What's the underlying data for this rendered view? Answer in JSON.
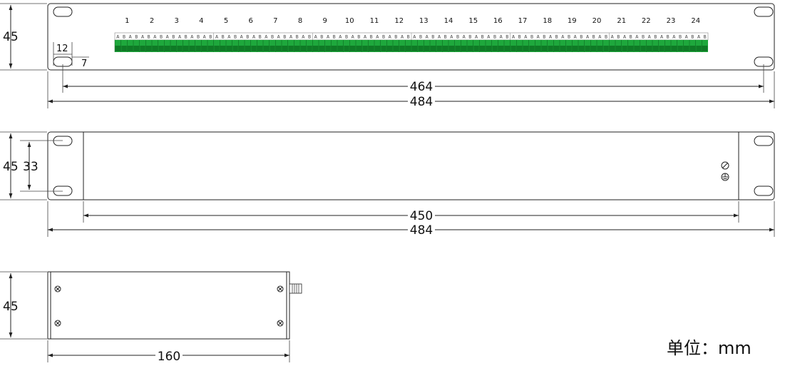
{
  "front": {
    "height": "45",
    "hole_dim_w": "12",
    "hole_dim_off": "7",
    "width_holes": "464",
    "width_total": "484",
    "port_labels": [
      "1",
      "2",
      "3",
      "4",
      "5",
      "6",
      "7",
      "8",
      "9",
      "10",
      "11",
      "12",
      "13",
      "14",
      "15",
      "16",
      "17",
      "18",
      "19",
      "20",
      "21",
      "22",
      "23",
      "24"
    ],
    "pin_a": "A",
    "pin_b": "B",
    "colors": {
      "terminal": "#1ea83c",
      "terminal_dark": "#0f7a26"
    }
  },
  "rear": {
    "height": "45",
    "hole_spacing": "33",
    "width_inner": "450",
    "width_total": "484"
  },
  "side": {
    "height": "45",
    "depth": "160"
  },
  "unit_label": "单位：mm"
}
